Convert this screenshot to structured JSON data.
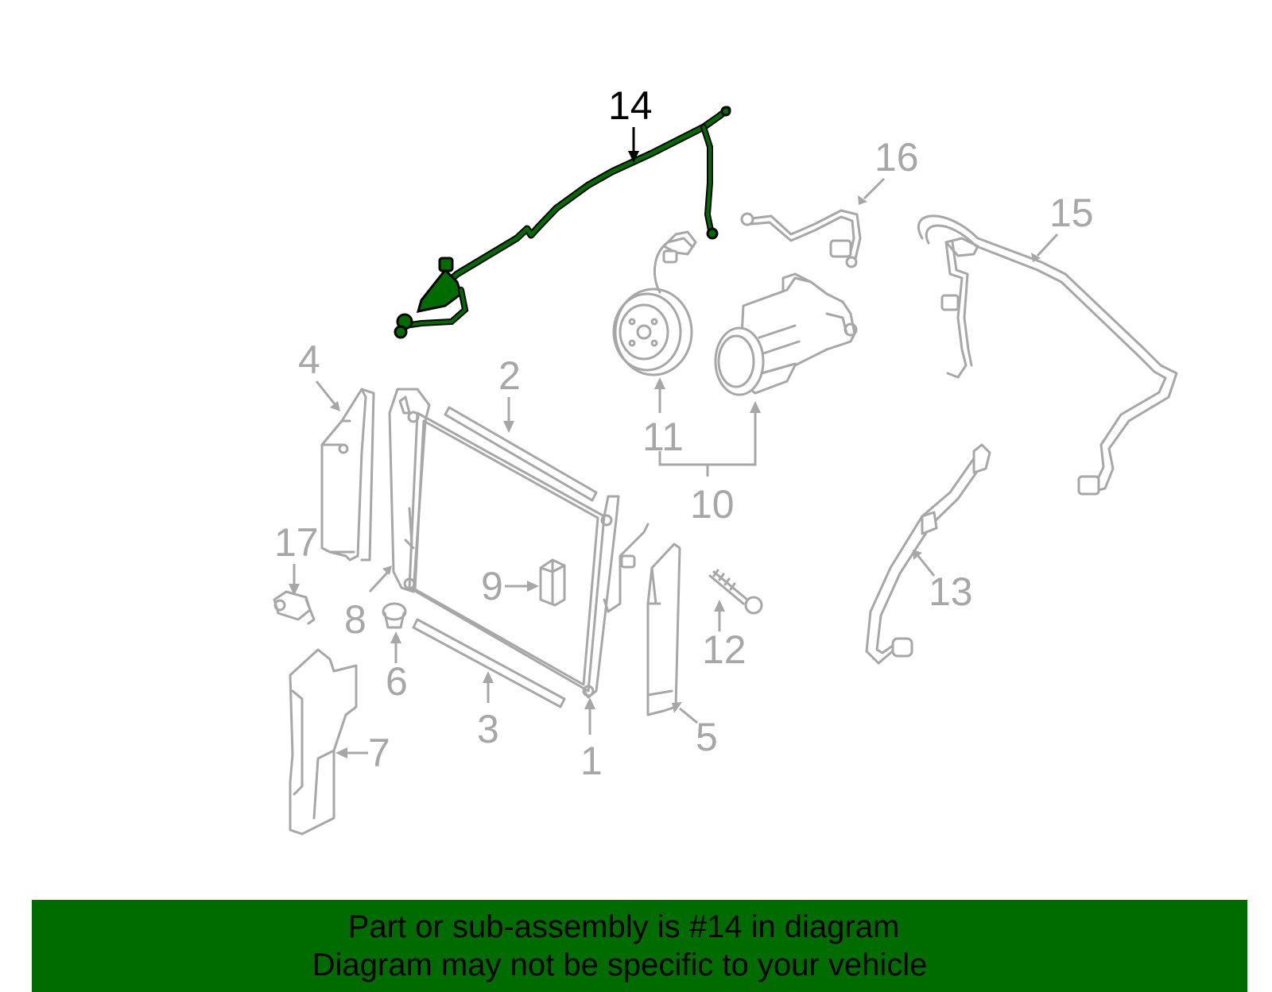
{
  "diagram": {
    "highlighted_part": "14",
    "highlight_color": "#006c00",
    "dim_color": "#a7a7a7",
    "callouts": {
      "c1": "1",
      "c2": "2",
      "c3": "3",
      "c4": "4",
      "c5": "5",
      "c6": "6",
      "c7": "7",
      "c8": "8",
      "c9": "9",
      "c10": "10",
      "c11": "11",
      "c12": "12",
      "c13": "13",
      "c14": "14",
      "c15": "15",
      "c16": "16",
      "c17": "17"
    }
  },
  "banner": {
    "line1": "Part or sub-assembly is #14 in diagram",
    "line2": "Diagram may not be specific to your vehicle",
    "background": "#006c00"
  }
}
